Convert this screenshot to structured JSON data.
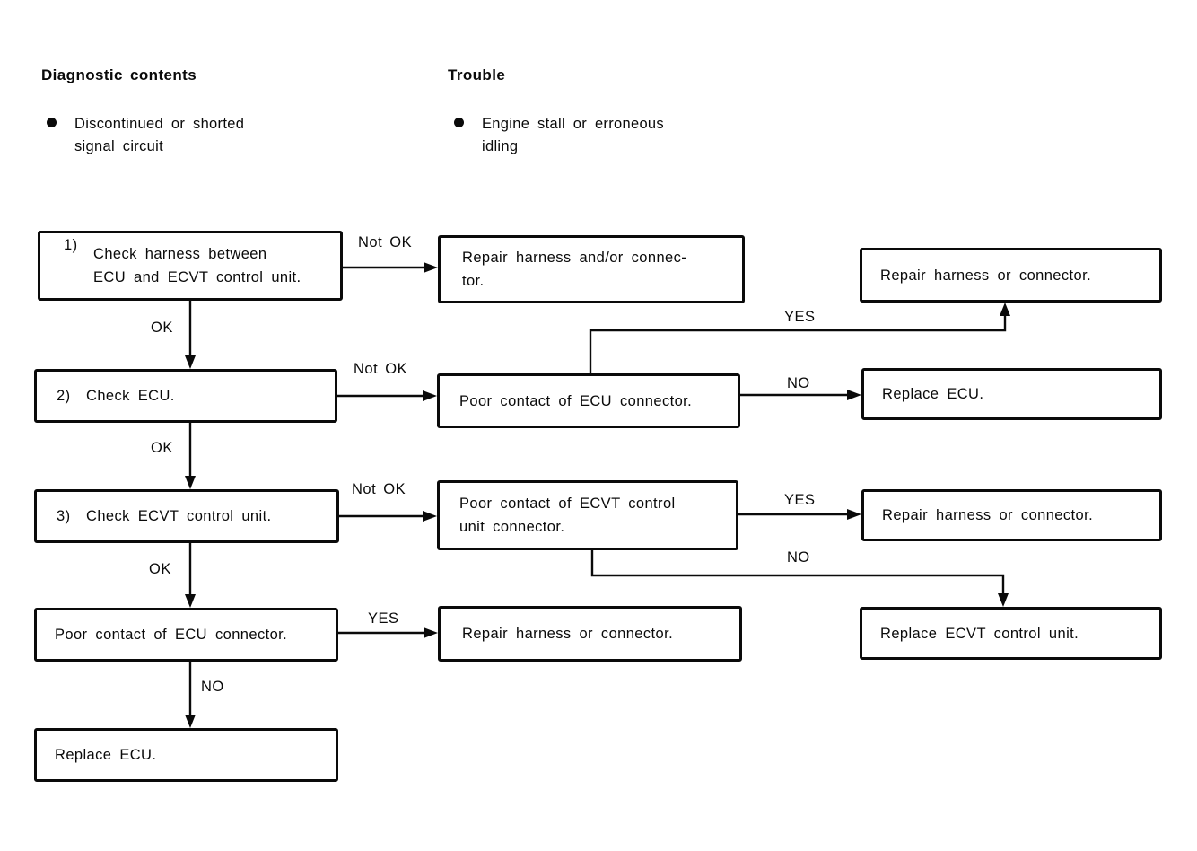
{
  "header": {
    "diagnostic": {
      "title": "Diagnostic contents",
      "item": "Discontinued or shorted signal circuit"
    },
    "trouble": {
      "title": "Trouble",
      "item": "Engine stall or erroneous idling"
    }
  },
  "colors": {
    "ink": "#0a0a0a",
    "paper": "#ffffff"
  },
  "flowchart": {
    "nodes": {
      "step1": {
        "number": "1)",
        "text": "Check harness between\nECU and ECVT control unit."
      },
      "step2": {
        "number": "2)",
        "text": "Check ECU."
      },
      "step3": {
        "number": "3)",
        "text": "Check ECVT control unit."
      },
      "poor_ecu_left": {
        "text": "Poor contact of ECU connector."
      },
      "replace_ecu_left": {
        "text": "Replace ECU."
      },
      "repair_andor_connector": {
        "text": "Repair harness and/or connec-\ntor."
      },
      "poor_ecu_mid": {
        "text": "Poor contact of ECU connector."
      },
      "poor_ecvt_mid": {
        "text": "Poor contact of ECVT control\nunit connector."
      },
      "repair_mid": {
        "text": "Repair harness or connector."
      },
      "repair_top_right": {
        "text": "Repair harness or connector."
      },
      "replace_ecu_right": {
        "text": "Replace ECU."
      },
      "repair_right": {
        "text": "Repair harness or connector."
      },
      "replace_ecvt_right": {
        "text": "Replace ECVT control unit."
      }
    },
    "labels": {
      "not_ok_1": "Not OK",
      "not_ok_2": "Not OK",
      "not_ok_3": "Not OK",
      "ok_1": "OK",
      "ok_2": "OK",
      "ok_3": "OK",
      "yes_row2": "YES",
      "no_row2": "NO",
      "yes_row3": "YES",
      "no_row3": "NO",
      "yes_row4": "YES",
      "no_row4": "NO"
    }
  }
}
